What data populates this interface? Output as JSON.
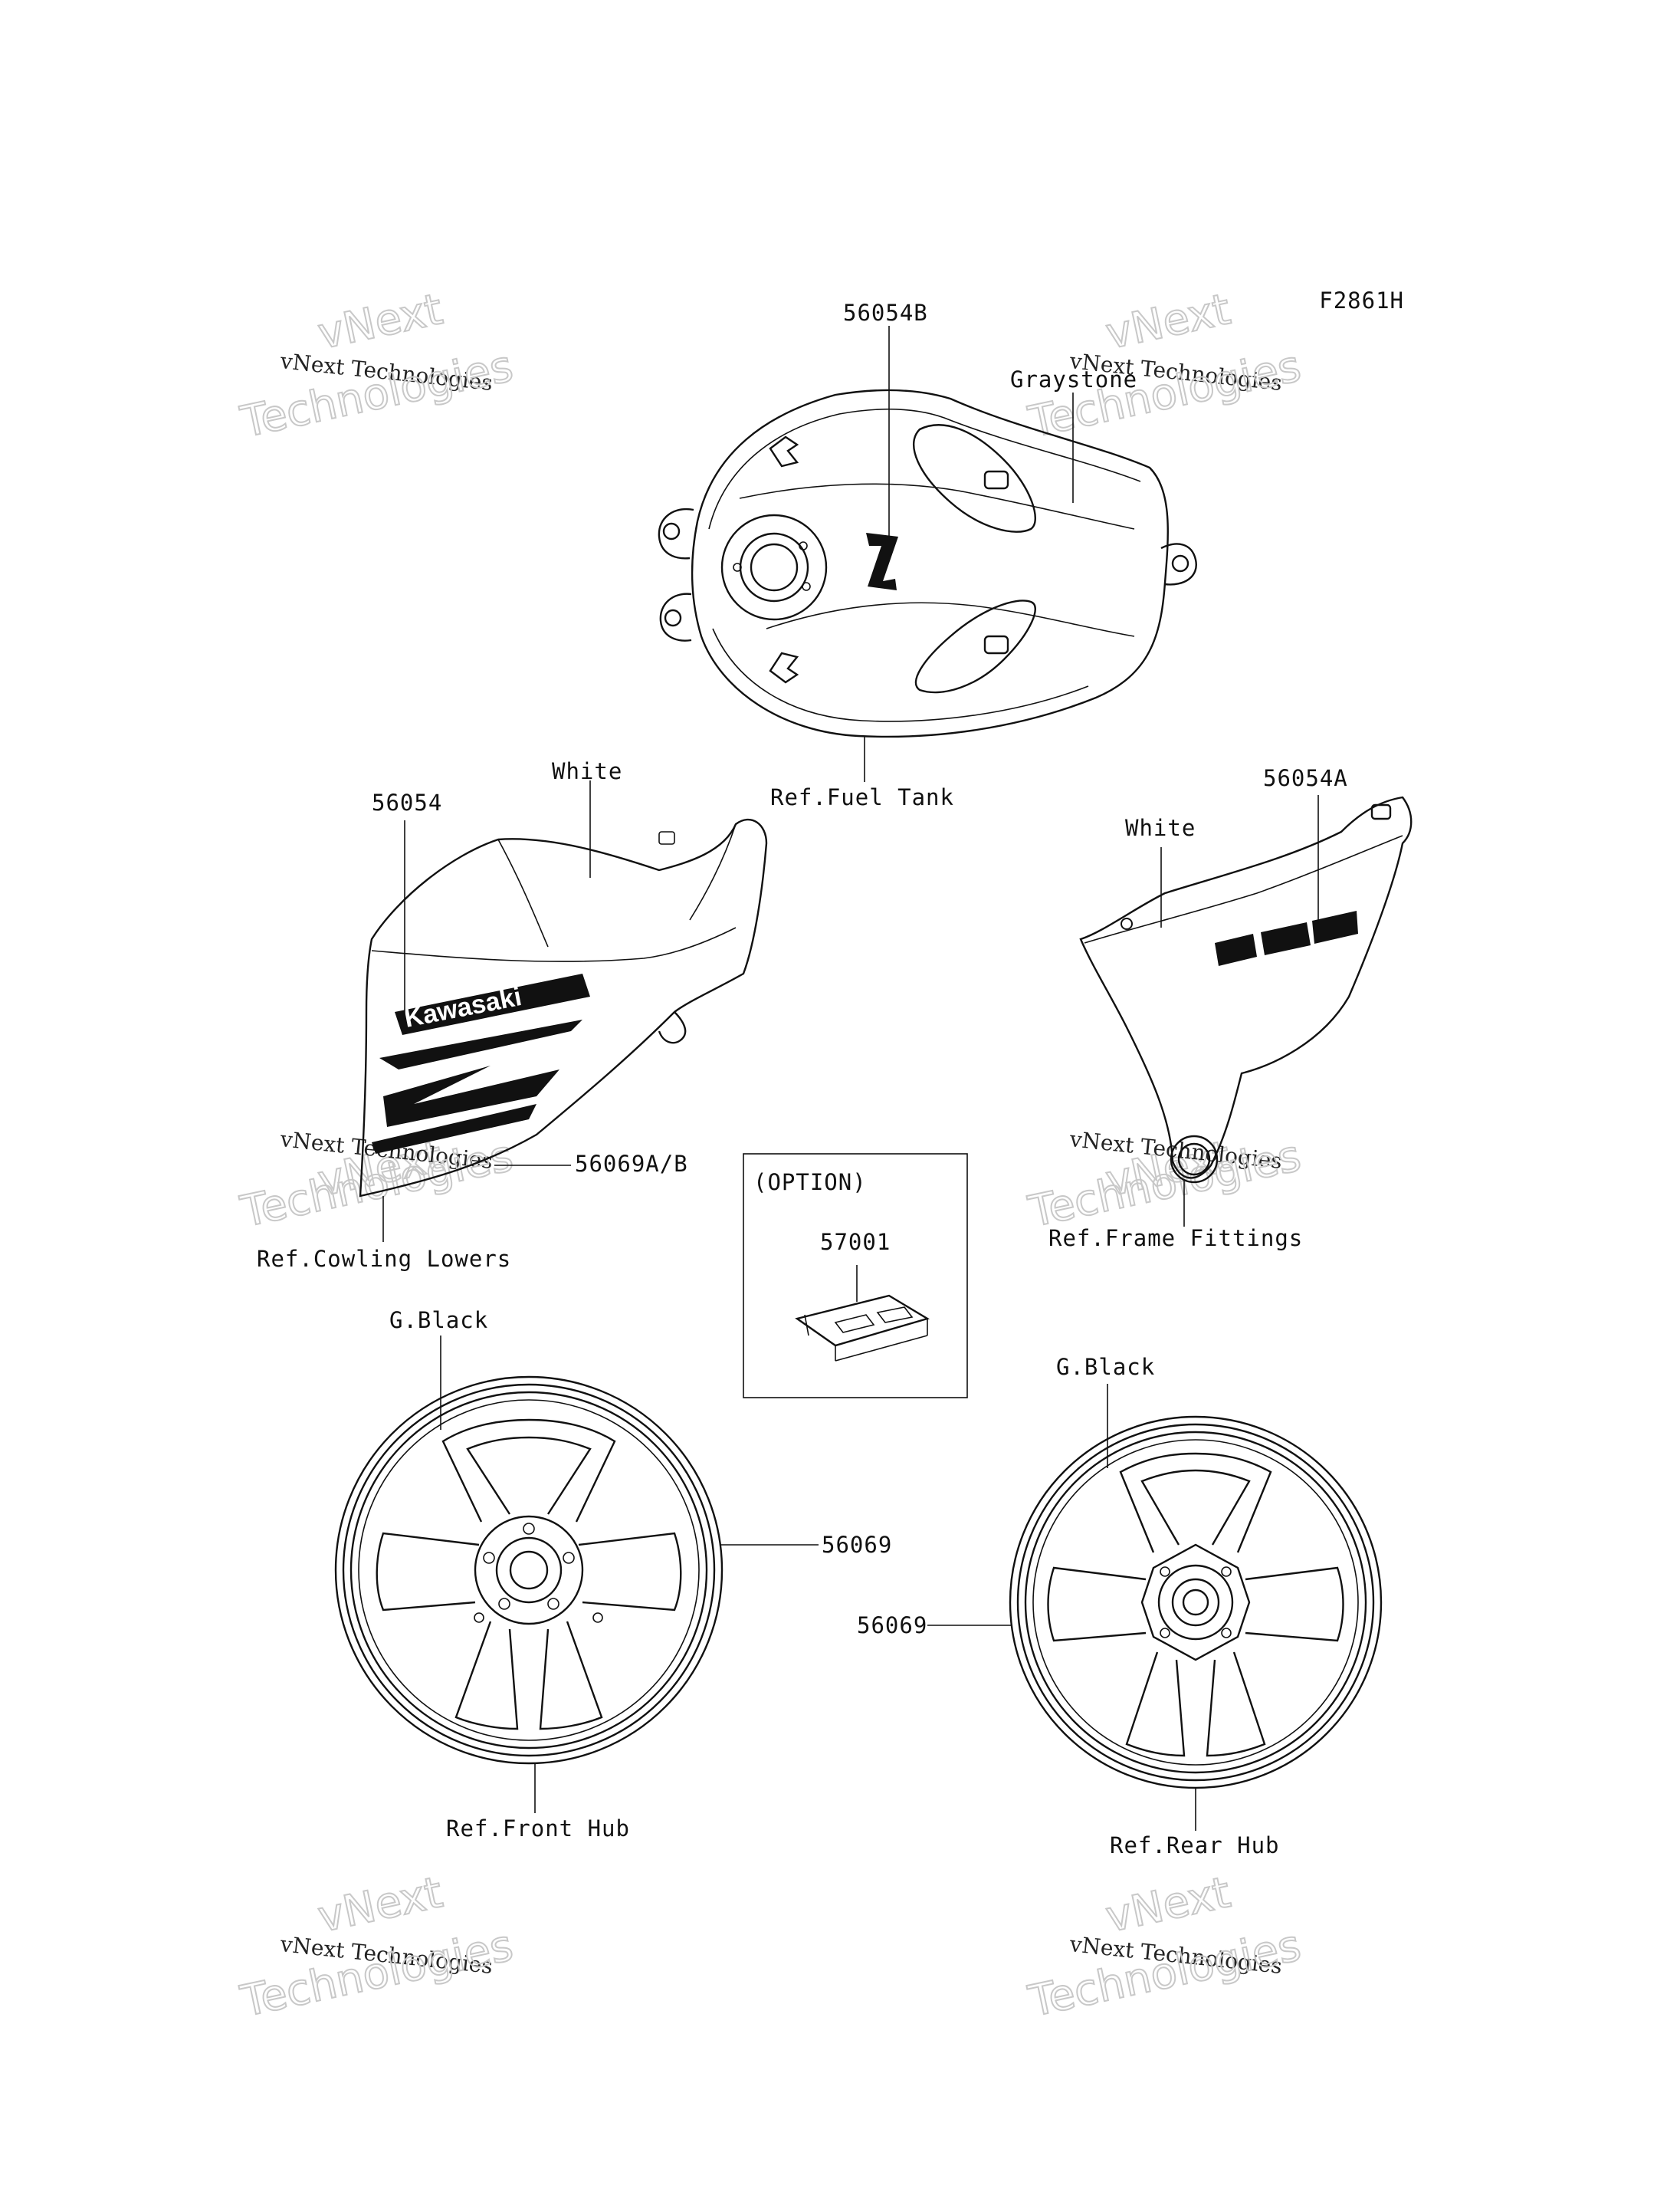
{
  "figure_code": "F2861H",
  "callouts": {
    "tank_part": "56054B",
    "tank_color": "Graystone",
    "tank_ref": "Ref.Fuel Tank",
    "cowl_color": "White",
    "cowl_part": "56054",
    "cowl_part2": "56069A/B",
    "cowl_ref": "Ref.Cowling Lowers",
    "frame_part": "56054A",
    "frame_color": "White",
    "frame_ref": "Ref.Frame Fittings",
    "option_title": "(OPTION)",
    "option_part": "57001",
    "front_color": "G.Black",
    "front_part": "56069",
    "front_ref": "Ref.Front Hub",
    "rear_color": "G.Black",
    "rear_part": "56069",
    "rear_ref": "Ref.Rear Hub"
  },
  "decals": {
    "kawasaki": "Kawasaki",
    "z_logo": "Z"
  },
  "watermark": {
    "line1": "vNext",
    "line2": "vNext Technologies",
    "line3": "Technologies"
  },
  "colors": {
    "ink": "#111111",
    "watermark": "#c8c8c8"
  }
}
